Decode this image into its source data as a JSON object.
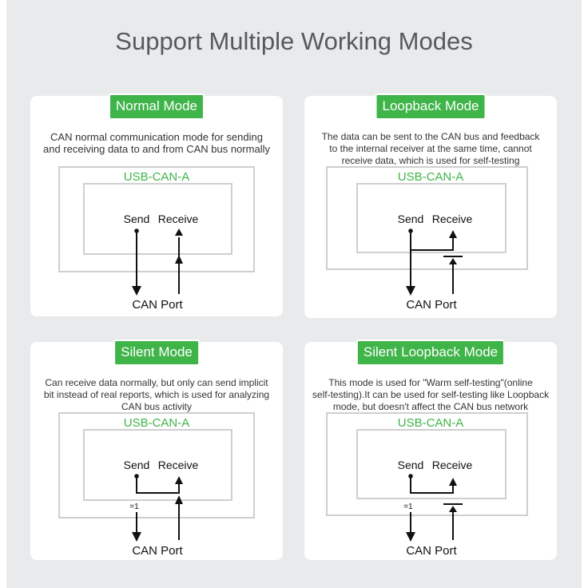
{
  "title": "Support Multiple Working Modes",
  "colors": {
    "accent": "#3fb449",
    "line": "#111111",
    "box": "#cfcfcf"
  },
  "cards": [
    {
      "title": "Normal Mode",
      "desc": [
        "CAN normal communication mode for sending",
        "and receiving data to and from CAN bus normally"
      ],
      "device": "USB-CAN-A",
      "send": "Send",
      "receive": "Receive",
      "port": "CAN Port"
    },
    {
      "title": "Loopback Mode",
      "desc": [
        "The data can be sent to the CAN bus and feedback",
        "to the internal receiver at the same time, cannot",
        "receive data, which is used for self-testing"
      ],
      "device": "USB-CAN-A",
      "send": "Send",
      "receive": "Receive",
      "port": "CAN Port"
    },
    {
      "title": "Silent Mode",
      "desc": [
        "Can receive data normally, but only can send implicit",
        "bit instead of real reports, which is used for analyzing",
        "CAN bus activity"
      ],
      "device": "USB-CAN-A",
      "send": "Send",
      "receive": "Receive",
      "port": "CAN Port",
      "gate": "=1"
    },
    {
      "title": "Silent Loopback Mode",
      "desc": [
        "This mode is used for \"Warm self-testing\"(online",
        "self-testing).It can be used for self-testing like Loopback",
        "mode, but doesn't affect the CAN bus network"
      ],
      "device": "USB-CAN-A",
      "send": "Send",
      "receive": "Receive",
      "port": "CAN Port",
      "gate": "=1"
    }
  ]
}
